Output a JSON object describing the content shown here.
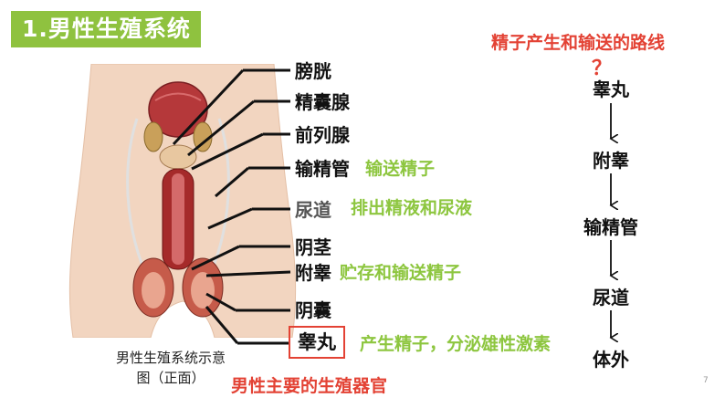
{
  "title": "1.男性生殖系统",
  "anatomy_labels": [
    "膀胱",
    "精囊腺",
    "前列腺",
    "输精管",
    "尿道",
    "阴茎",
    "附睾",
    "阴囊",
    "睾丸"
  ],
  "functions": {
    "vas_deferens": "输送精子",
    "urethra": "排出精液和尿液",
    "epididymis": "贮存和输送精子",
    "testis": "产生精子，分泌雄性激素"
  },
  "caption_line1": "男性生殖系统示意",
  "caption_line2": "图（正面）",
  "main_organ_note": "男性主要的生殖器官",
  "route": {
    "title": "精子产生和输送的路线",
    "question_mark": "？",
    "steps": [
      "睾丸",
      "附睾",
      "输精管",
      "尿道",
      "体外"
    ]
  },
  "page_number": "7",
  "colors": {
    "title_bg": "#8fc23f",
    "function_text": "#8dc63f",
    "highlight_red": "#e34234"
  }
}
